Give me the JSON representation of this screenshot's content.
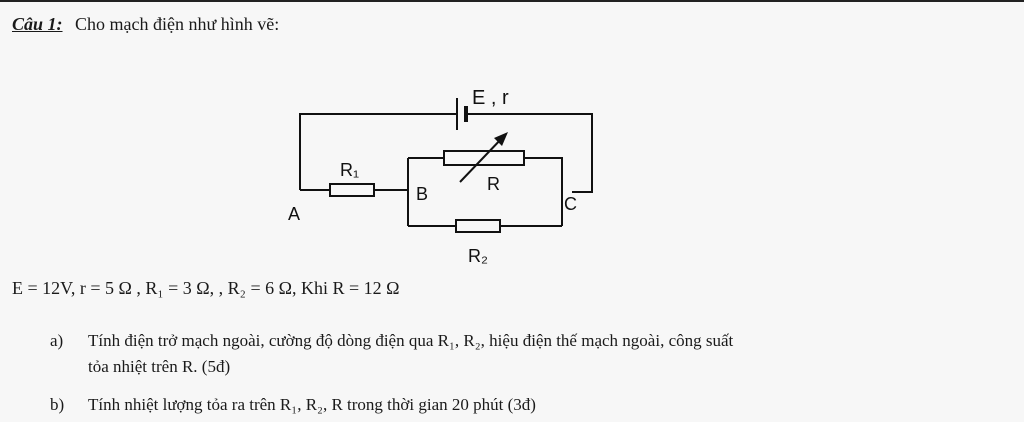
{
  "question": {
    "label": "Câu 1:",
    "prompt": "Cho mạch điện như hình vẽ:"
  },
  "circuit": {
    "source_label": "E , r",
    "r1_label": "R₁",
    "r_label": "R",
    "r2_label": "R₂",
    "node_a": "A",
    "node_b": "B",
    "node_c": "C"
  },
  "params": "E = 12V, r = 5 Ω , R₁ = 3 Ω, , R₂ = 6 Ω,  Khi R = 12 Ω",
  "parts": [
    {
      "letter": "a)",
      "line1": "Tính điện trở mạch ngoài, cường độ dòng điện qua R₁, R₂, hiệu điện thế mạch ngoài, công suất",
      "line2": "tỏa nhiệt trên R. (5đ)"
    },
    {
      "letter": "b)",
      "line1": "Tính nhiệt lượng tỏa ra trên R₁,  R₂, R trong thời gian 20 phút (3đ)"
    }
  ]
}
